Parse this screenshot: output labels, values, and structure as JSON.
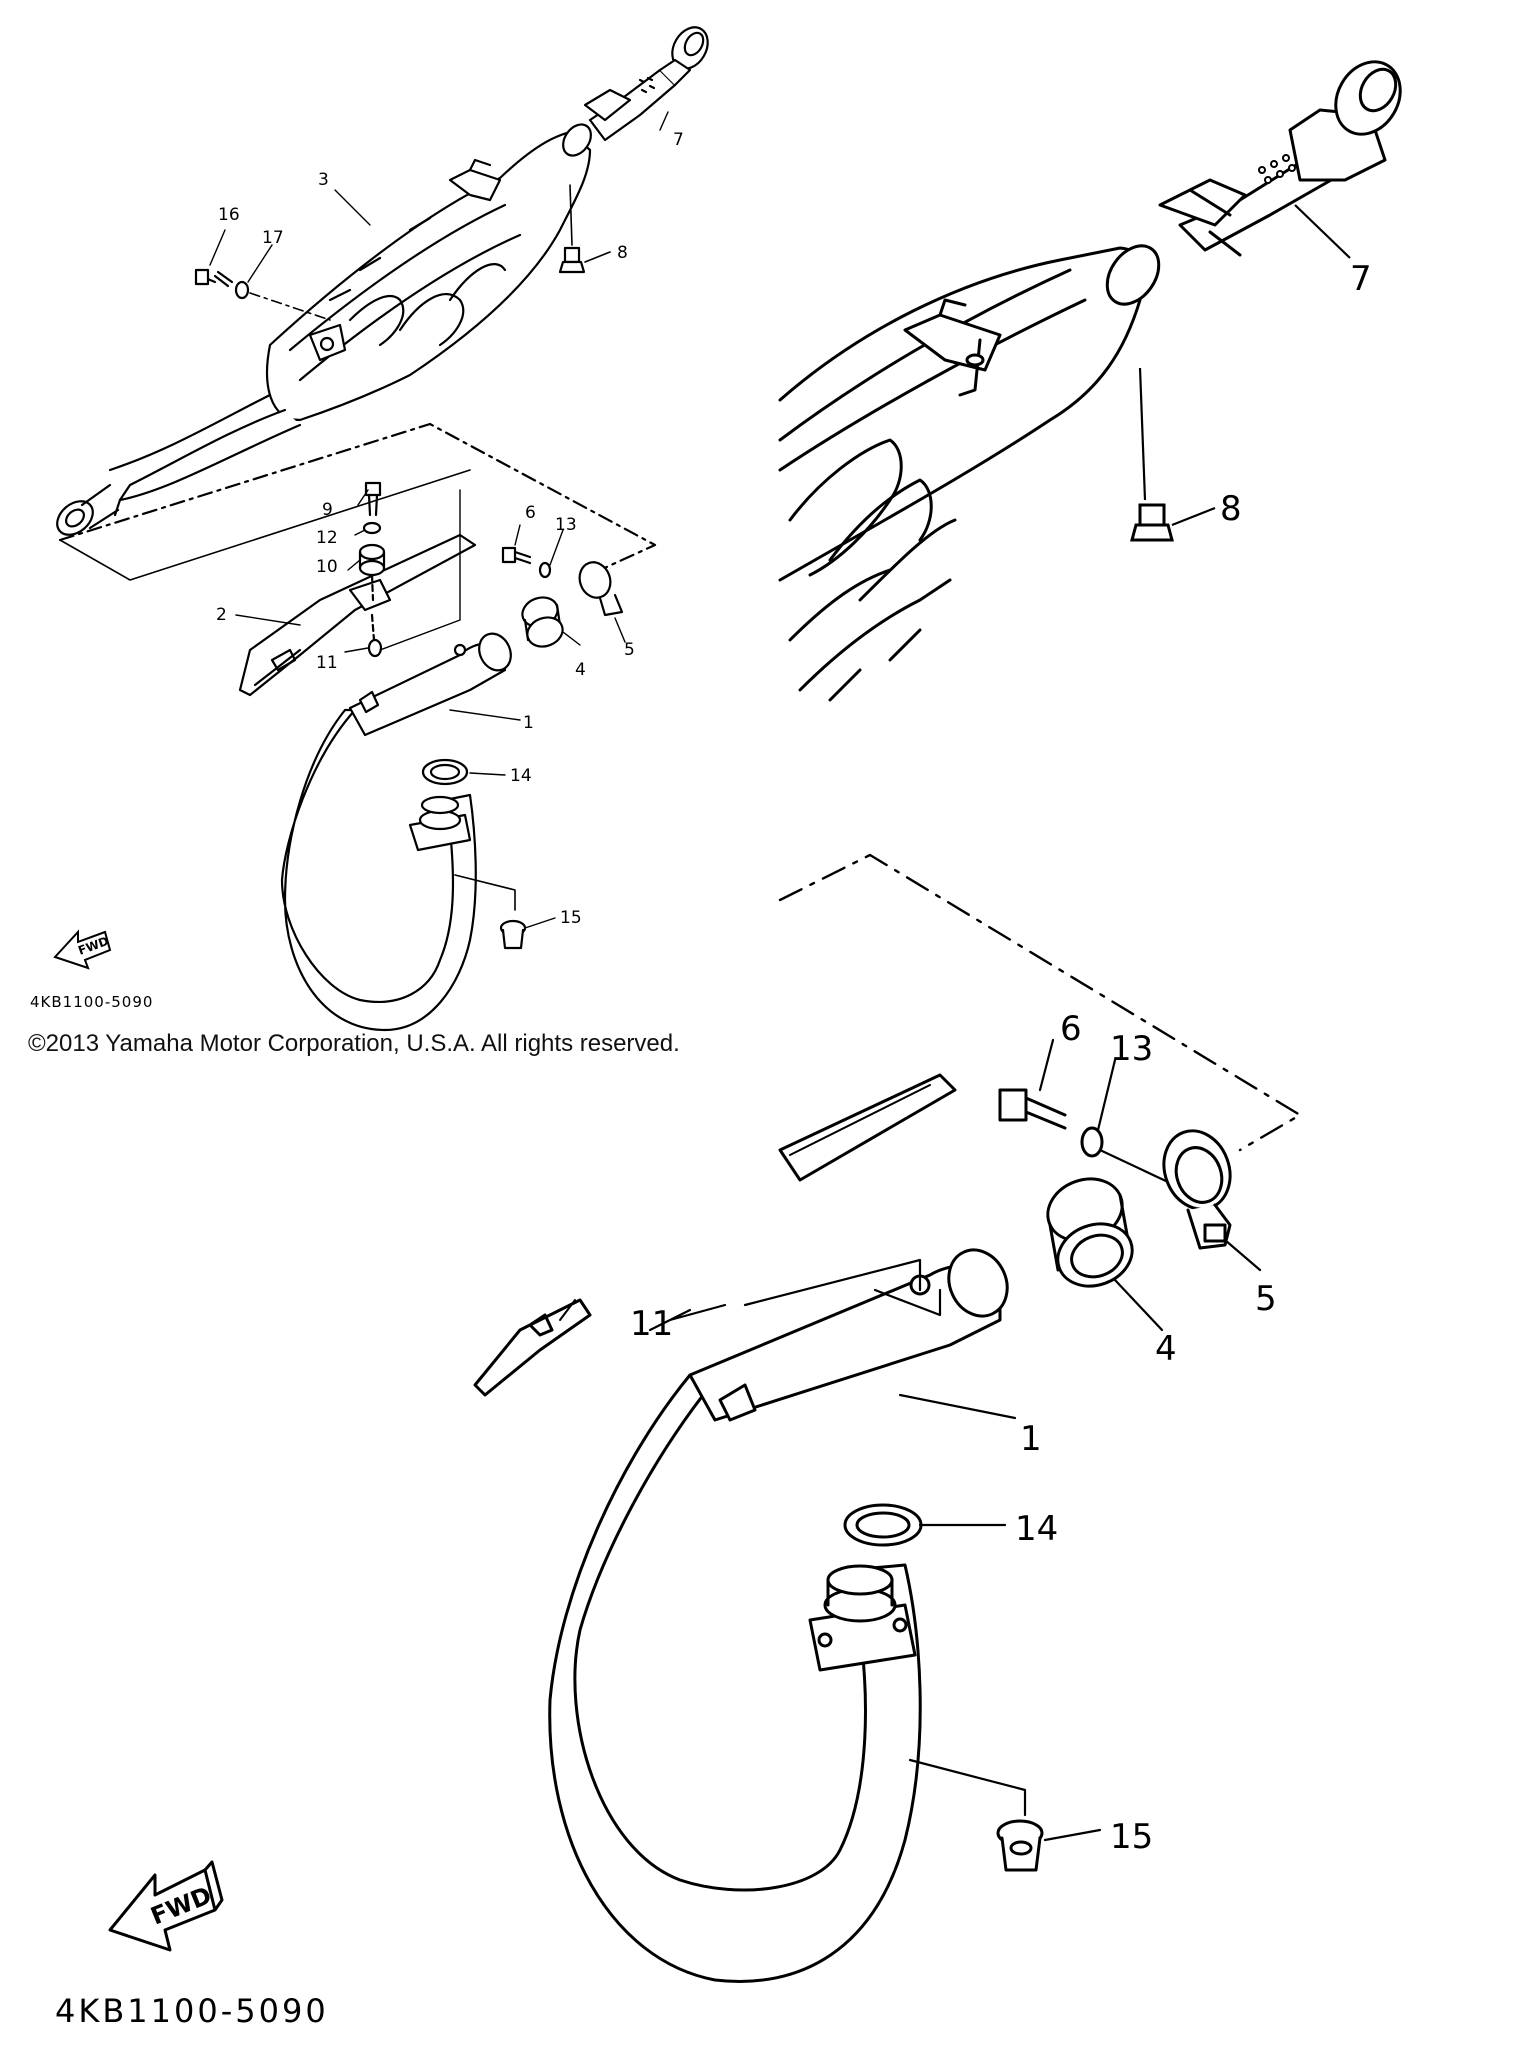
{
  "copyright": "©2013 Yamaha Motor Corporation, U.S.A. All rights reserved.",
  "diagram_code": "4KB1100-5090",
  "fwd_label": "FWD",
  "callouts": [
    "1",
    "2",
    "3",
    "4",
    "5",
    "6",
    "7",
    "8",
    "9",
    "10",
    "11",
    "12",
    "13",
    "14",
    "15",
    "16",
    "17"
  ],
  "zoom_callouts": [
    "1",
    "4",
    "5",
    "6",
    "7",
    "8",
    "11",
    "13",
    "14",
    "15"
  ]
}
